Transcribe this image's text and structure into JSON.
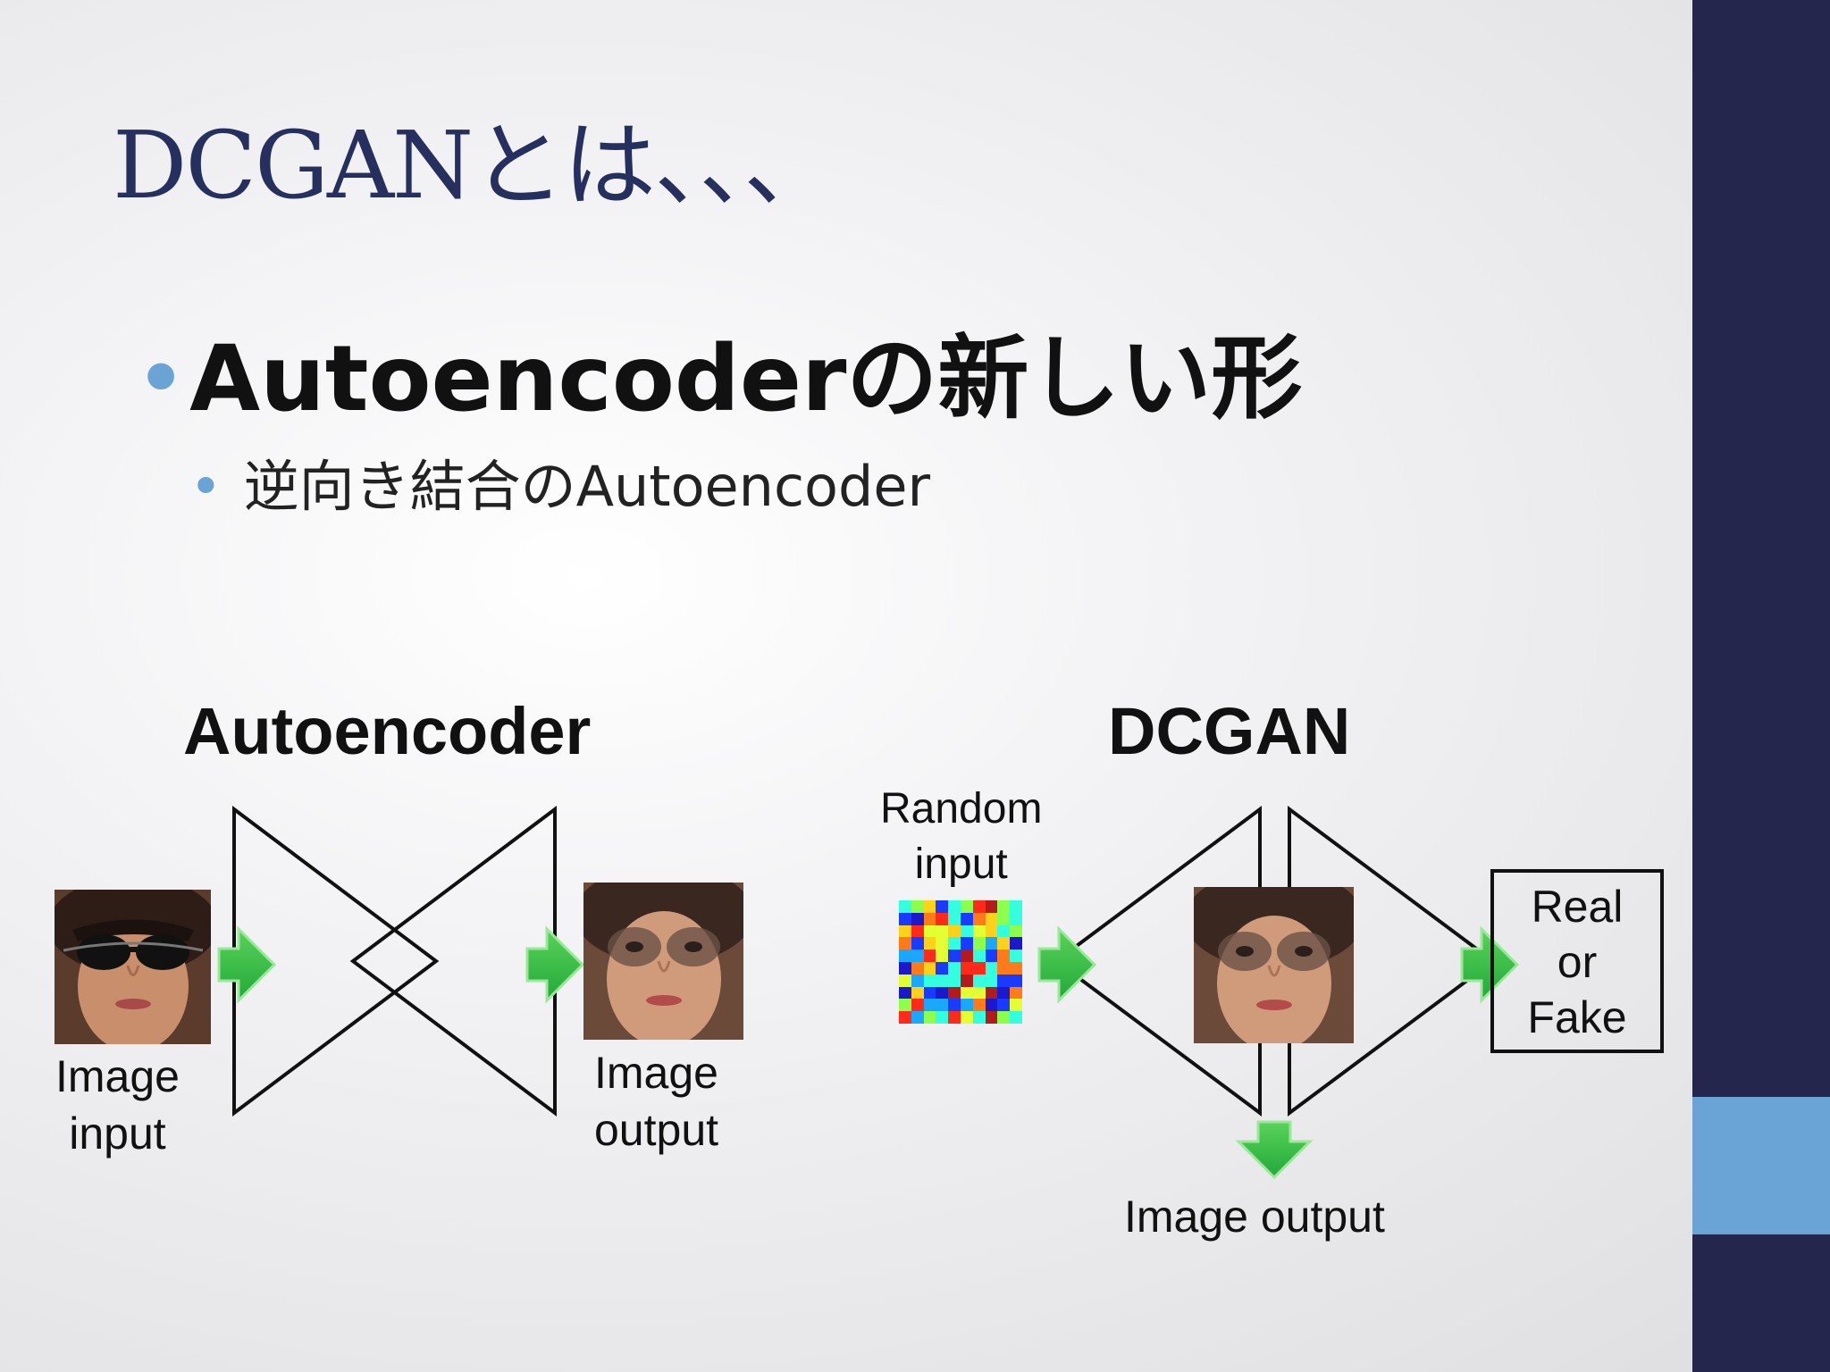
{
  "slide": {
    "title": "DCGANとは、、、",
    "bullet_main": "Autoencoderの新しい形",
    "bullet_sub": "逆向き結合のAutoencoder",
    "bullet_glyph": "•"
  },
  "diagram": {
    "autoencoder": {
      "heading": "Autoencoder",
      "input_label_1": "Image",
      "input_label_2": "input",
      "output_label_1": "Image",
      "output_label_2": "output"
    },
    "dcgan": {
      "heading": "DCGAN",
      "random_label_1": "Random",
      "random_label_2": "input",
      "discriminator_1": "Real",
      "discriminator_2": "or",
      "discriminator_3": "Fake",
      "image_output": "Image output"
    },
    "arrow_color": "#33bb44",
    "noise_palette": [
      "#ff2a1a",
      "#ffd11a",
      "#1a3bff",
      "#1aa8ff",
      "#33ffe0",
      "#8cff4d",
      "#ff7a1a",
      "#1a1acc",
      "#b31a1a",
      "#e3ff33"
    ]
  },
  "theme": {
    "title_color": "#25305f",
    "accent": "#6aa3d6",
    "sidebar": "#25264e"
  }
}
